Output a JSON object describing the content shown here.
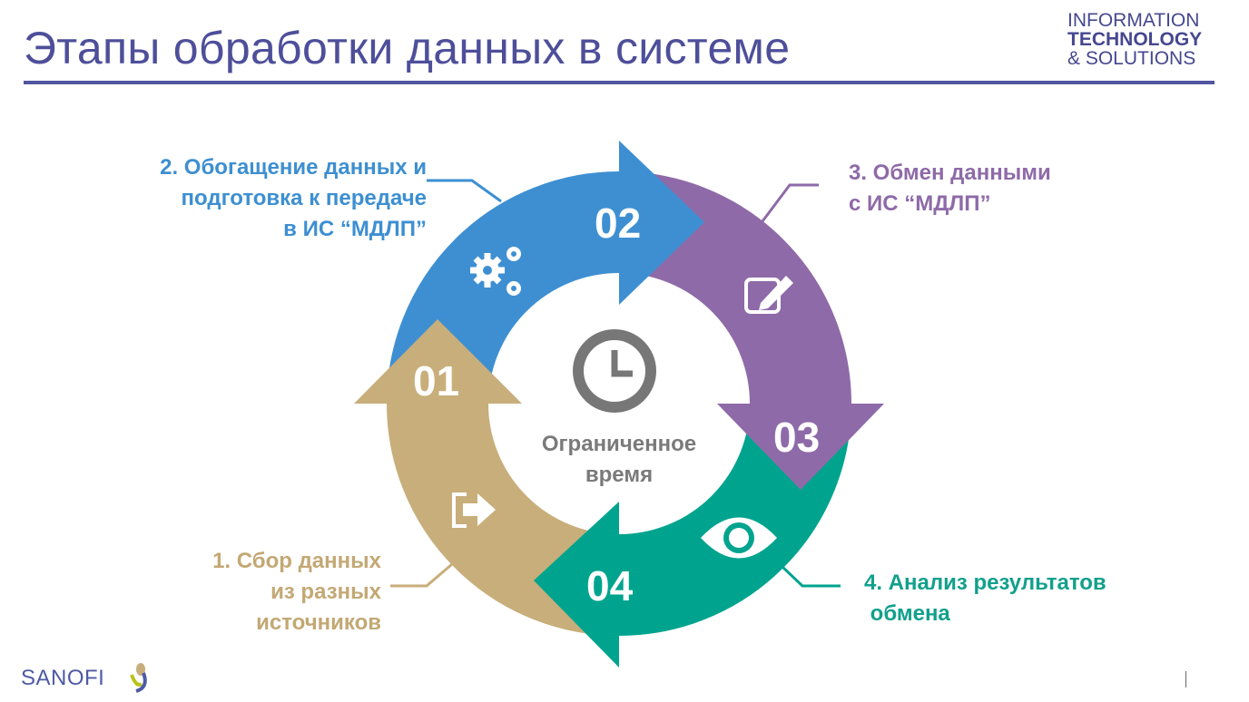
{
  "title": "Этапы обработки данных в системе",
  "logo": {
    "line1": "INFORMATION",
    "line2": "TECHNOLOGY",
    "line3": "& SOLUTIONS"
  },
  "center": {
    "line1": "Ограниченное",
    "line2": "время",
    "icon": "clock-icon"
  },
  "stages": [
    {
      "num": "01",
      "label_lines": [
        "1. Сбор данных",
        "из разных",
        "источников"
      ],
      "color": "#c8ae7a",
      "icon": "exit-icon"
    },
    {
      "num": "02",
      "label_lines": [
        "2. Обогащение данных и",
        "подготовка к передаче",
        "в ИС “МДЛП”"
      ],
      "color": "#3e8fd2",
      "icon": "gears-icon"
    },
    {
      "num": "03",
      "label_lines": [
        "3. Обмен данными",
        "с ИС “МДЛП”"
      ],
      "color": "#8e6aa8",
      "icon": "edit-icon"
    },
    {
      "num": "04",
      "label_lines": [
        "4. Анализ результатов",
        " обмена"
      ],
      "color": "#00a48e",
      "icon": "eye-icon"
    }
  ],
  "footer": {
    "brand": "SANOFI"
  }
}
